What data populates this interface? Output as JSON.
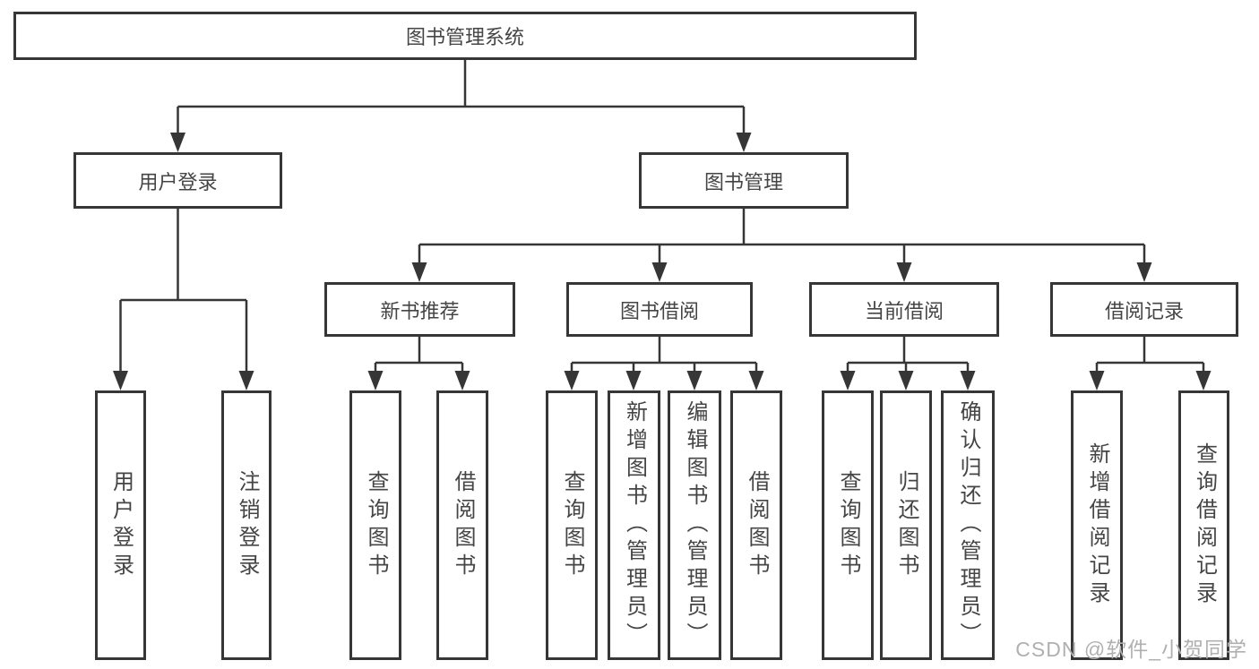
{
  "colors": {
    "line": "#363636",
    "box_border": "#363636",
    "text": "#454545",
    "watermark": "#b0b0b0",
    "background": "#ffffff"
  },
  "watermark": "CSDN @软件_小贺同学",
  "tree": {
    "label": "图书管理系统",
    "children": [
      {
        "label": "用户登录",
        "children": [
          {
            "label": "用户登录"
          },
          {
            "label": "注销登录"
          }
        ]
      },
      {
        "label": "图书管理",
        "children": [
          {
            "label": "新书推荐",
            "children": [
              {
                "label": "查询图书"
              },
              {
                "label": "借阅图书"
              }
            ]
          },
          {
            "label": "图书借阅",
            "children": [
              {
                "label": "查询图书"
              },
              {
                "label": "新增图书（管理员）"
              },
              {
                "label": "编辑图书（管理员）"
              },
              {
                "label": "借阅图书"
              }
            ]
          },
          {
            "label": "当前借阅",
            "children": [
              {
                "label": "查询图书"
              },
              {
                "label": "归还图书"
              },
              {
                "label": "确认归还（管理员）"
              }
            ]
          },
          {
            "label": "借阅记录",
            "children": [
              {
                "label": "新增借阅记录"
              },
              {
                "label": "查询借阅记录"
              }
            ]
          }
        ]
      }
    ]
  }
}
